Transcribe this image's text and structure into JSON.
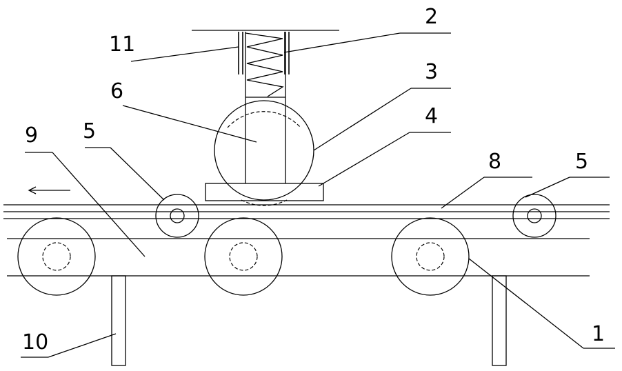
{
  "labels": {
    "l1": "1",
    "l2": "2",
    "l3": "3",
    "l4": "4",
    "l5a": "5",
    "l5b": "5",
    "l6": "6",
    "l8": "8",
    "l9": "9",
    "l10": "10",
    "l11": "11"
  },
  "direction_arrow": "left"
}
